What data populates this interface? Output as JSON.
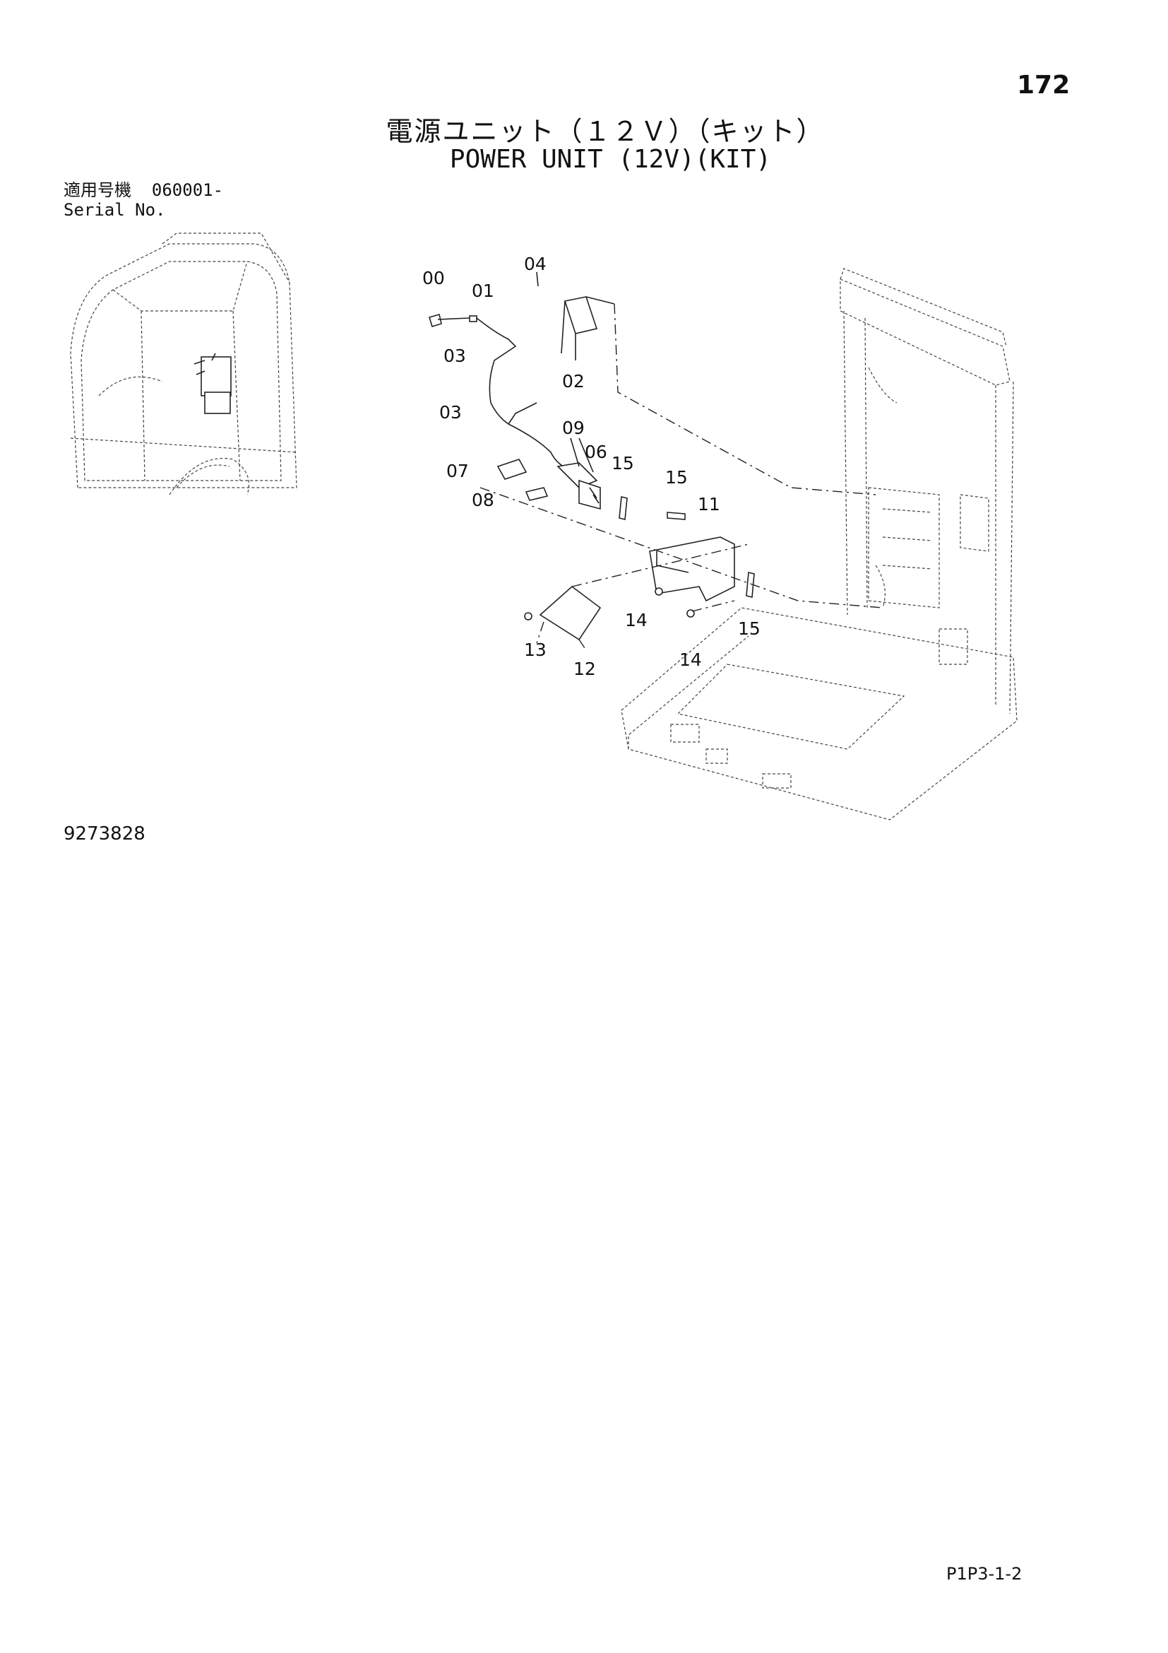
{
  "page_number": "172",
  "title_jp": "電源ユニット（１２Ｖ）（キット）",
  "title_en": "POWER UNIT (12V)(KIT)",
  "serial": {
    "label_jp": "適用号機",
    "value": "060001-",
    "label_en": "Serial No."
  },
  "callouts": {
    "c00": "00",
    "c01": "01",
    "c02": "02",
    "c03a": "03",
    "c03b": "03",
    "c04": "04",
    "c06": "06",
    "c07": "07",
    "c08": "08",
    "c09": "09",
    "c11": "11",
    "c12": "12",
    "c13": "13",
    "c14a": "14",
    "c14b": "14",
    "c15a": "15",
    "c15b": "15",
    "c15c": "15"
  },
  "drawing_number": "9273828",
  "page_code": "P1P3-1-2"
}
